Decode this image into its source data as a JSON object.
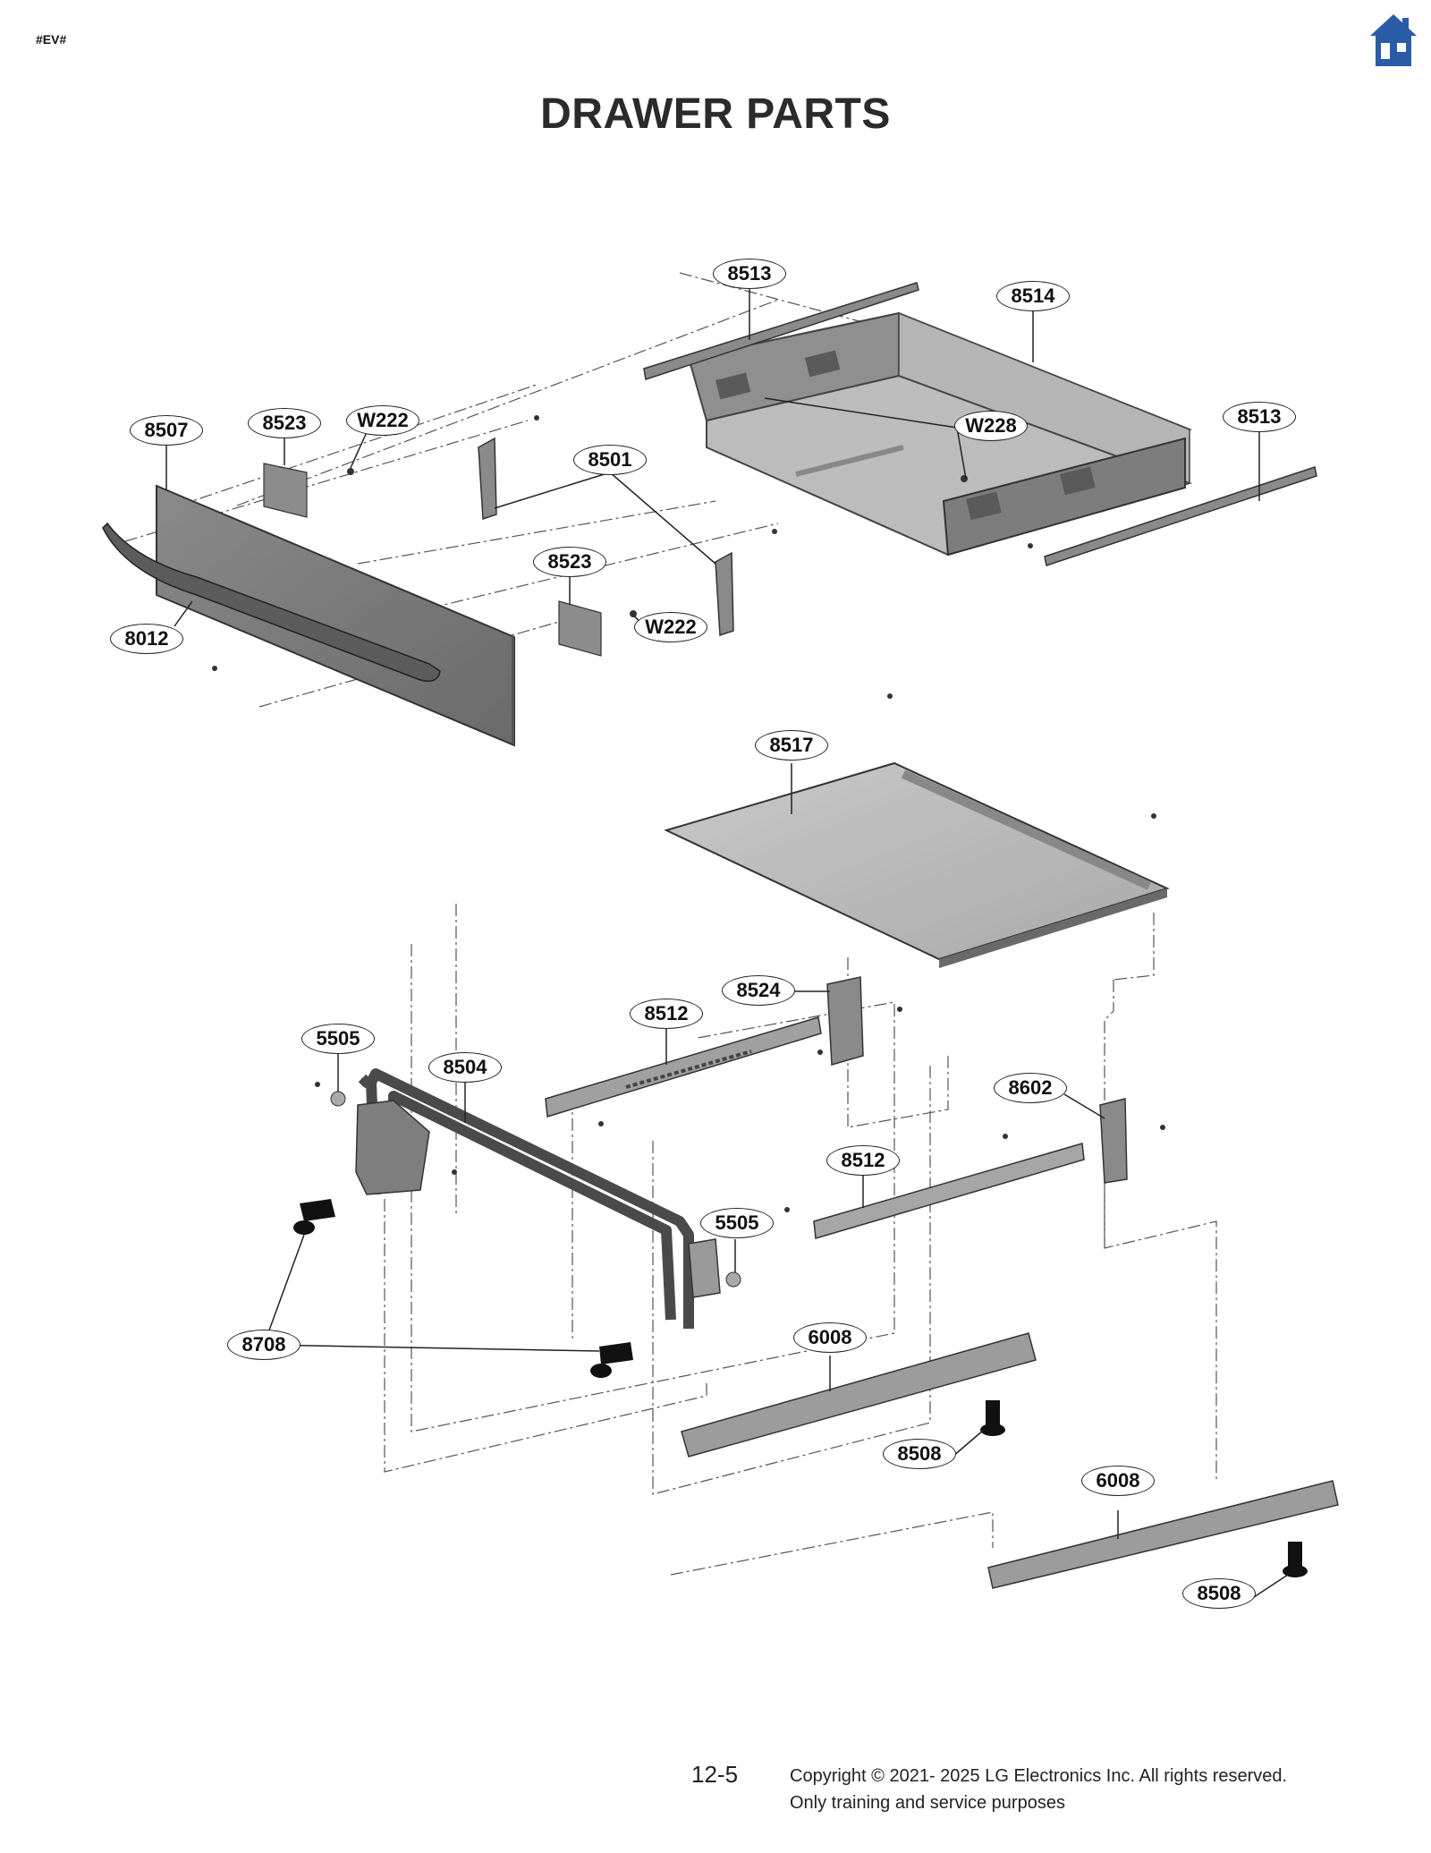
{
  "header": {
    "tag": "#EV#",
    "home_icon": "home-icon",
    "title": "DRAWER PARTS"
  },
  "callouts": {
    "c8513_top": "8513",
    "c8514": "8514",
    "c8513_right": "8513",
    "c8507": "8507",
    "c8523_top": "8523",
    "cW222_top": "W222",
    "c8501": "8501",
    "cW228": "W228",
    "c8523_mid": "8523",
    "cW222_mid": "W222",
    "c8012": "8012",
    "c8517": "8517",
    "c8524": "8524",
    "c8512_top": "8512",
    "c5505_left": "5505",
    "c8504": "8504",
    "c8602": "8602",
    "c8512_mid": "8512",
    "c5505_mid": "5505",
    "c8708": "8708",
    "c6008_left": "6008",
    "c8508_left": "8508",
    "c6008_right": "6008",
    "c8508_right": "8508"
  },
  "footer": {
    "page_number": "12-5",
    "copyright_line1": "Copyright © 2021- 2025 LG Electronics Inc. All rights reserved.",
    "copyright_line2": "Only training and service purposes"
  },
  "colors": {
    "part_gray": "#9a9a9a",
    "part_dark": "#6d6d6d",
    "line": "#222222",
    "home_blue": "#2a5ca8"
  }
}
